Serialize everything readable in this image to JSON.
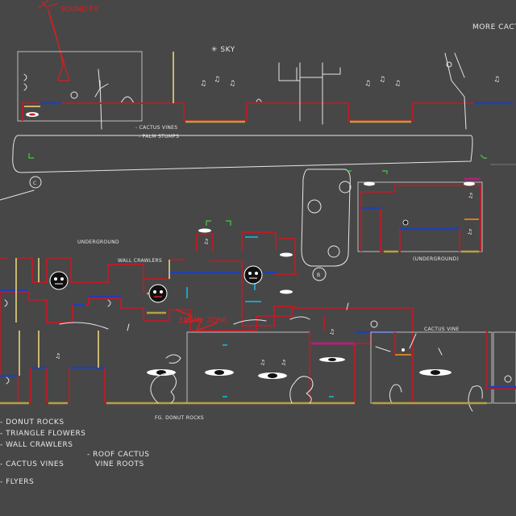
{
  "labels": {
    "sound_note": "SOUND FX",
    "sky": "✳ SKY",
    "more_cactus": "MORE CACT",
    "cactus_vines": "- CACTUS VINES",
    "palm_stumps": "- PALM STUMPS",
    "c_marker": "C",
    "b_marker": "B",
    "underground_1": "UNDERGROUND",
    "underground_2": "(UNDERGROUND)",
    "wall_crawlers_small": "WALL CRAWLERS",
    "cactus_vine": "CACTUS VINE",
    "fg_donut_rocks": "FG. DONUT ROCKS",
    "red_scribble": "ENEMY ZONE"
  },
  "legend": [
    "- DONUT ROCKS",
    "- TRIANGLE FLOWERS",
    "- WALL CRAWLERS",
    "- CACTUS VINES",
    "- FLYERS"
  ],
  "legend_right": [
    "- ROOF CACTUS",
    "VINE ROOTS"
  ],
  "colors": {
    "background": "#474747",
    "wall": "#b0202a",
    "floor_yellow": "#b8a040",
    "floor_blue": "#2040b0",
    "sketch": "#e6e6e6",
    "accent_cyan": "#20a0c0",
    "accent_magenta": "#b0207a"
  },
  "icons": {
    "enemy": "skull-face-icon",
    "note": "music-note-icon",
    "spawn": "spawn-pad-icon",
    "checkpoint": "corner-marker-icon"
  }
}
